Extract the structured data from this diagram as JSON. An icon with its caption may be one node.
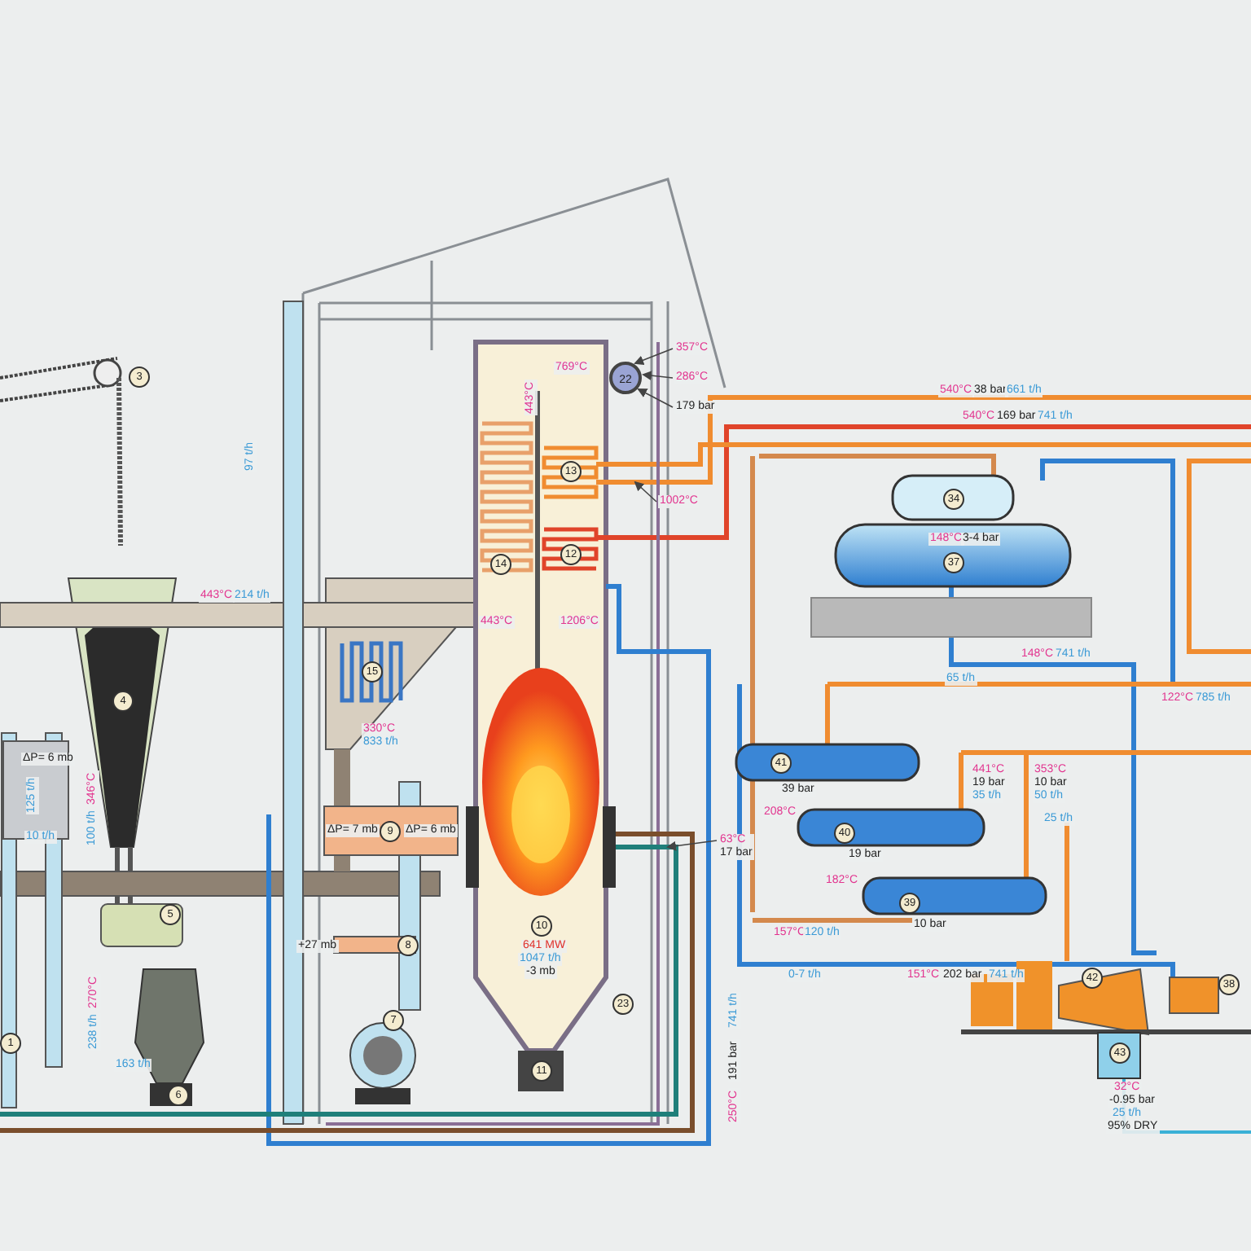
{
  "diagram": {
    "nodes": [
      {
        "text": [
          "357°C"
        ]
      },
      {
        "text": [
          "286°C"
        ]
      },
      {
        "text": [
          "179 bar"
        ]
      },
      {
        "text": [
          "1002°C"
        ]
      },
      {
        "text": [
          "63°C",
          "17 bar"
        ]
      },
      {
        "text": [
          "22"
        ]
      }
    ],
    "edges": [
      {
        "from": 0,
        "to": 5,
        "arrow": "to"
      },
      {
        "from": 1,
        "to": 5,
        "arrow": "to"
      },
      {
        "from": 2,
        "to": 5,
        "arrow": "to"
      },
      {
        "from": 3,
        "to": null,
        "arrow": "to"
      },
      {
        "from": 4,
        "to": null,
        "arrow": "to"
      }
    ],
    "labels": [
      "3",
      "97 t/h",
      "443°C",
      "214 t/h",
      "4",
      "15",
      "330°C",
      "833 t/h",
      "ΔP= 6 mb",
      "346°C",
      "100 t/h",
      "125 t/h",
      "10 t/h",
      "ΔP= 7 mb",
      "9",
      "ΔP= 6 mb",
      "5",
      "+27 mb",
      "8",
      "270°C",
      "238 t/h",
      "1",
      "7",
      "163 t/h",
      "6",
      "769°C",
      "443°C",
      "14",
      "13",
      "12",
      "443°C",
      "1206°C",
      "10",
      "641 MW",
      "1047 t/h",
      "-3 mb",
      "23",
      "11",
      "250°C",
      "191 bar",
      "741 t/h",
      "540°C",
      "38 bar",
      "661 t/h",
      "540°C",
      "169 bar",
      "741 t/h",
      "34",
      "148°C",
      "3-4 bar",
      "37",
      "148°C",
      "741 t/h",
      "65 t/h",
      "122°C",
      "785 t/h",
      "41",
      "39 bar",
      "208°C",
      "441°C",
      "19 bar",
      "35 t/h",
      "353°C",
      "10 bar",
      "50 t/h",
      "25 t/h",
      "40",
      "19 bar",
      "182°C",
      "39",
      "10 bar",
      "157°C",
      "120 t/h",
      "0-7 t/h",
      "151°C",
      "202 bar",
      "741 t/h",
      "42",
      "38",
      "43",
      "32°C",
      "-0.95 bar",
      "25 t/h",
      "95% DRY"
    ]
  }
}
